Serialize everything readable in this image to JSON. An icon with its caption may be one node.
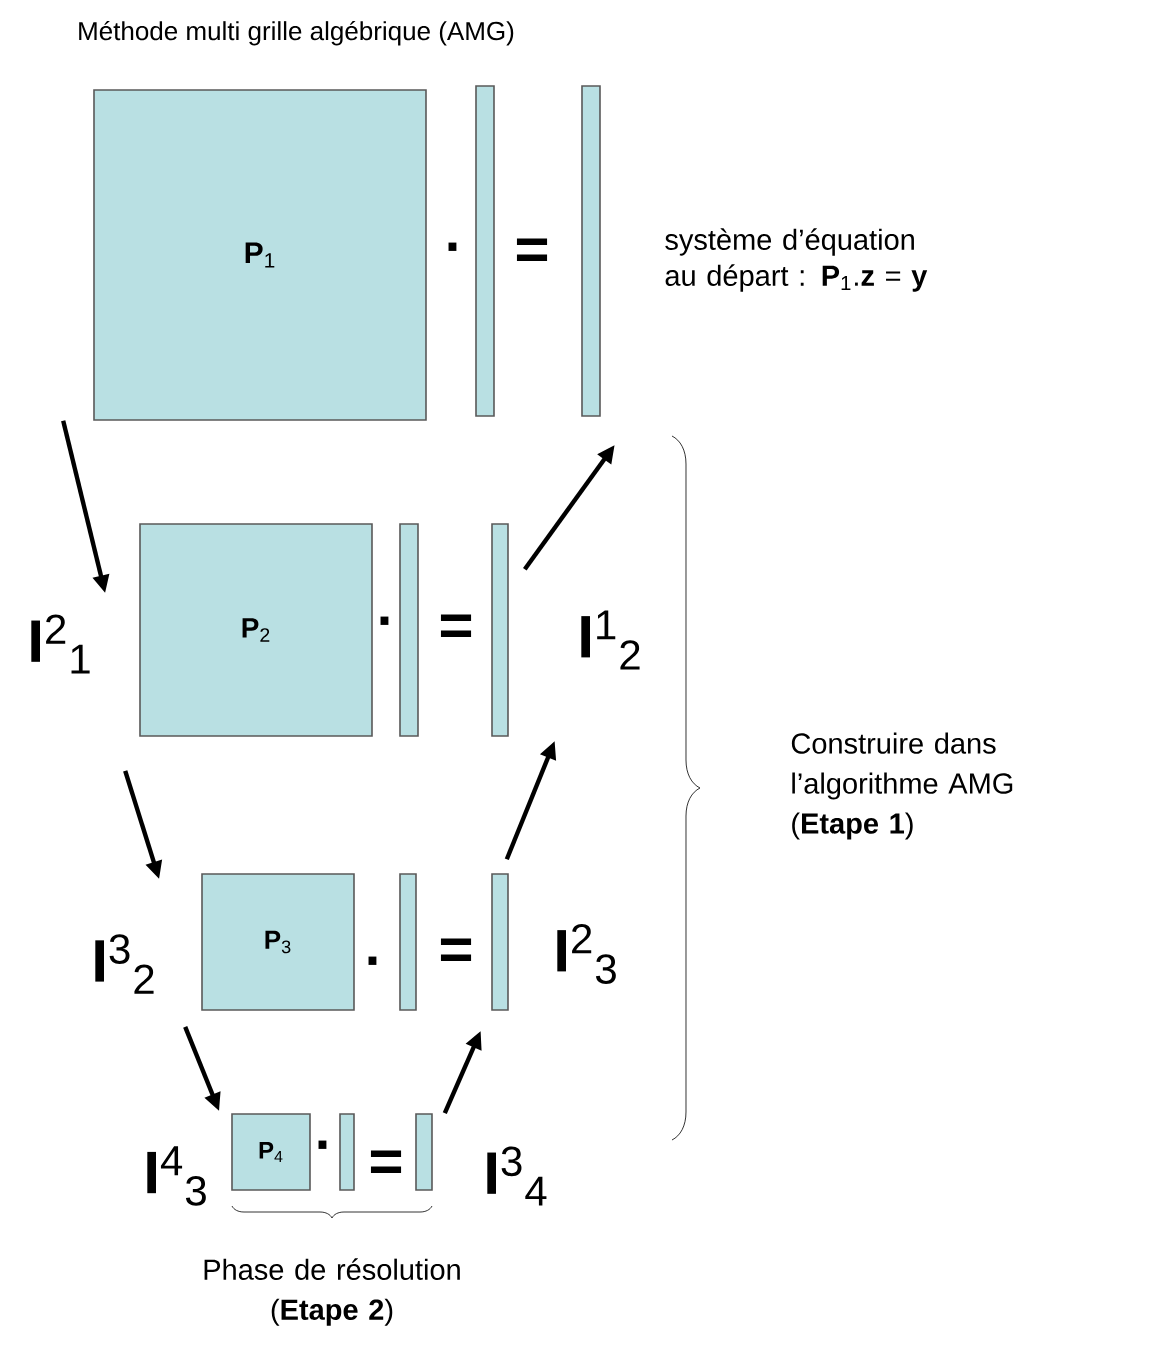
{
  "diagram": {
    "title": "Méthode multi grille algébrique (AMG)",
    "nodes": [
      {
        "text": [
          "**P**$_{1}$"
        ]
      },
      {
        "text": [],
        "shape": "bar"
      },
      {
        "text": [],
        "shape": "bar"
      },
      {
        "text": [
          "**P**$_{2}$"
        ]
      },
      {
        "text": [],
        "shape": "bar"
      },
      {
        "text": [],
        "shape": "bar"
      },
      {
        "text": [
          "**P**$_{3}$"
        ]
      },
      {
        "text": [],
        "shape": "bar"
      },
      {
        "text": [],
        "shape": "bar"
      },
      {
        "text": [
          "**P**$_{4}$"
        ]
      },
      {
        "text": [],
        "shape": "bar"
      },
      {
        "text": [],
        "shape": "bar"
      }
    ],
    "edges": [
      {
        "from": 0,
        "to": 3,
        "arrow": "to",
        "label": "**I**$^{2}$$_{1}$"
      },
      {
        "from": 3,
        "to": 6,
        "arrow": "to",
        "label": "**I**$^{3}$$_{2}$"
      },
      {
        "from": 6,
        "to": 9,
        "arrow": "to",
        "label": "**I**$^{4}$$_{3}$"
      },
      {
        "from": 11,
        "to": 8,
        "arrow": "to",
        "label": "**I**$^{3}$$_{4}$"
      },
      {
        "from": 8,
        "to": 5,
        "arrow": "to",
        "label": "**I**$^{2}$$_{3}$"
      },
      {
        "from": 5,
        "to": 2,
        "arrow": "to",
        "label": "**I**$^{1}$$_{2}$"
      }
    ],
    "labels": [
      "·",
      "=",
      "système d’équation au départ : **P**$_{1}$.**z** = **y**",
      "·",
      "=",
      "Construire dans l’algorithme AMG (**Etape 1**)",
      "·",
      "=",
      "·",
      "=",
      "Phase de résolution (**Etape 2**)"
    ]
  }
}
